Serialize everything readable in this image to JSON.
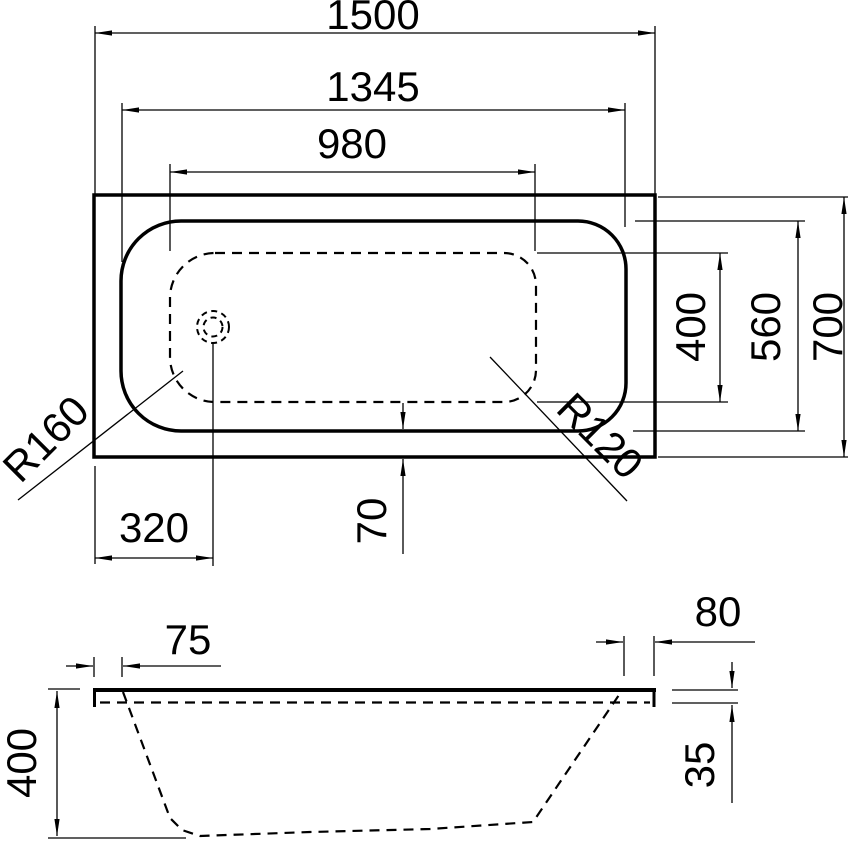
{
  "drawing": {
    "top_view": {
      "length_overall": "1500",
      "length_inner_rim": "1345",
      "length_basin_bottom": "980",
      "width_overall": "700",
      "width_inner_rim": "560",
      "width_basin_bottom": "400",
      "corner_radius_left": "R160",
      "corner_radius_right": "R120",
      "drain_offset": "320",
      "rim_edge_gap": "70"
    },
    "side_view": {
      "rim_edge_left": "75",
      "rim_edge_right": "80",
      "depth_overall": "400",
      "rim_lip_height": "35"
    },
    "colors": {
      "line": "#000000",
      "background": "#ffffff"
    }
  }
}
